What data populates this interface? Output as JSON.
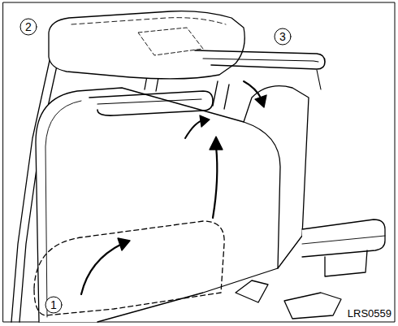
{
  "diagram": {
    "labels": [
      "1",
      "2",
      "3",
      "LRS0559"
    ]
  }
}
